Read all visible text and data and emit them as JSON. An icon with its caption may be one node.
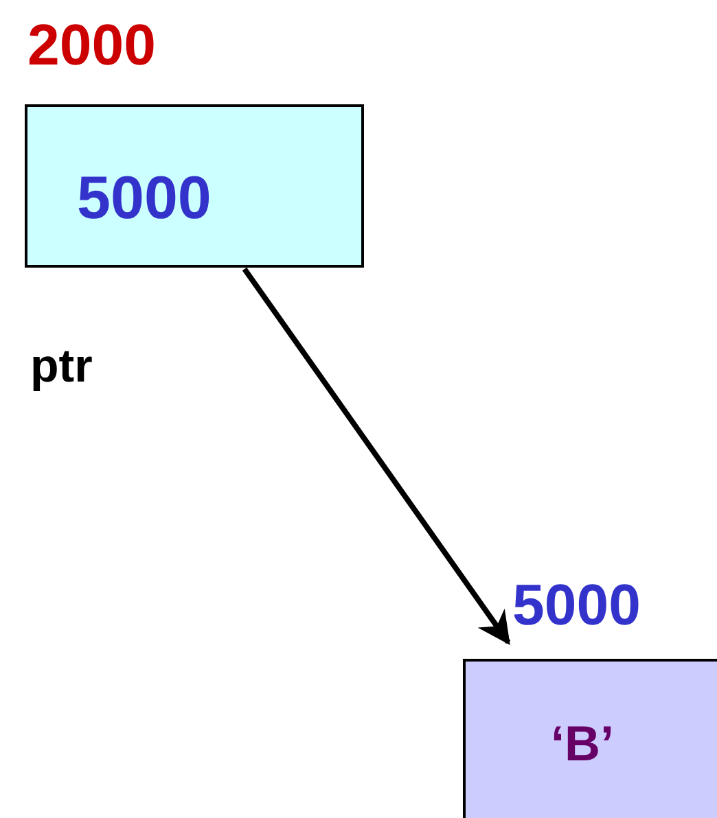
{
  "diagram": {
    "nodes": [
      {
        "text": [
          "2000",
          "5000"
        ],
        "beside": [
          "ptr"
        ]
      },
      {
        "text": [
          "5000",
          "‘B’"
        ]
      }
    ],
    "edges": [
      {
        "from": 0,
        "to": 1,
        "arrow": "to"
      }
    ]
  }
}
